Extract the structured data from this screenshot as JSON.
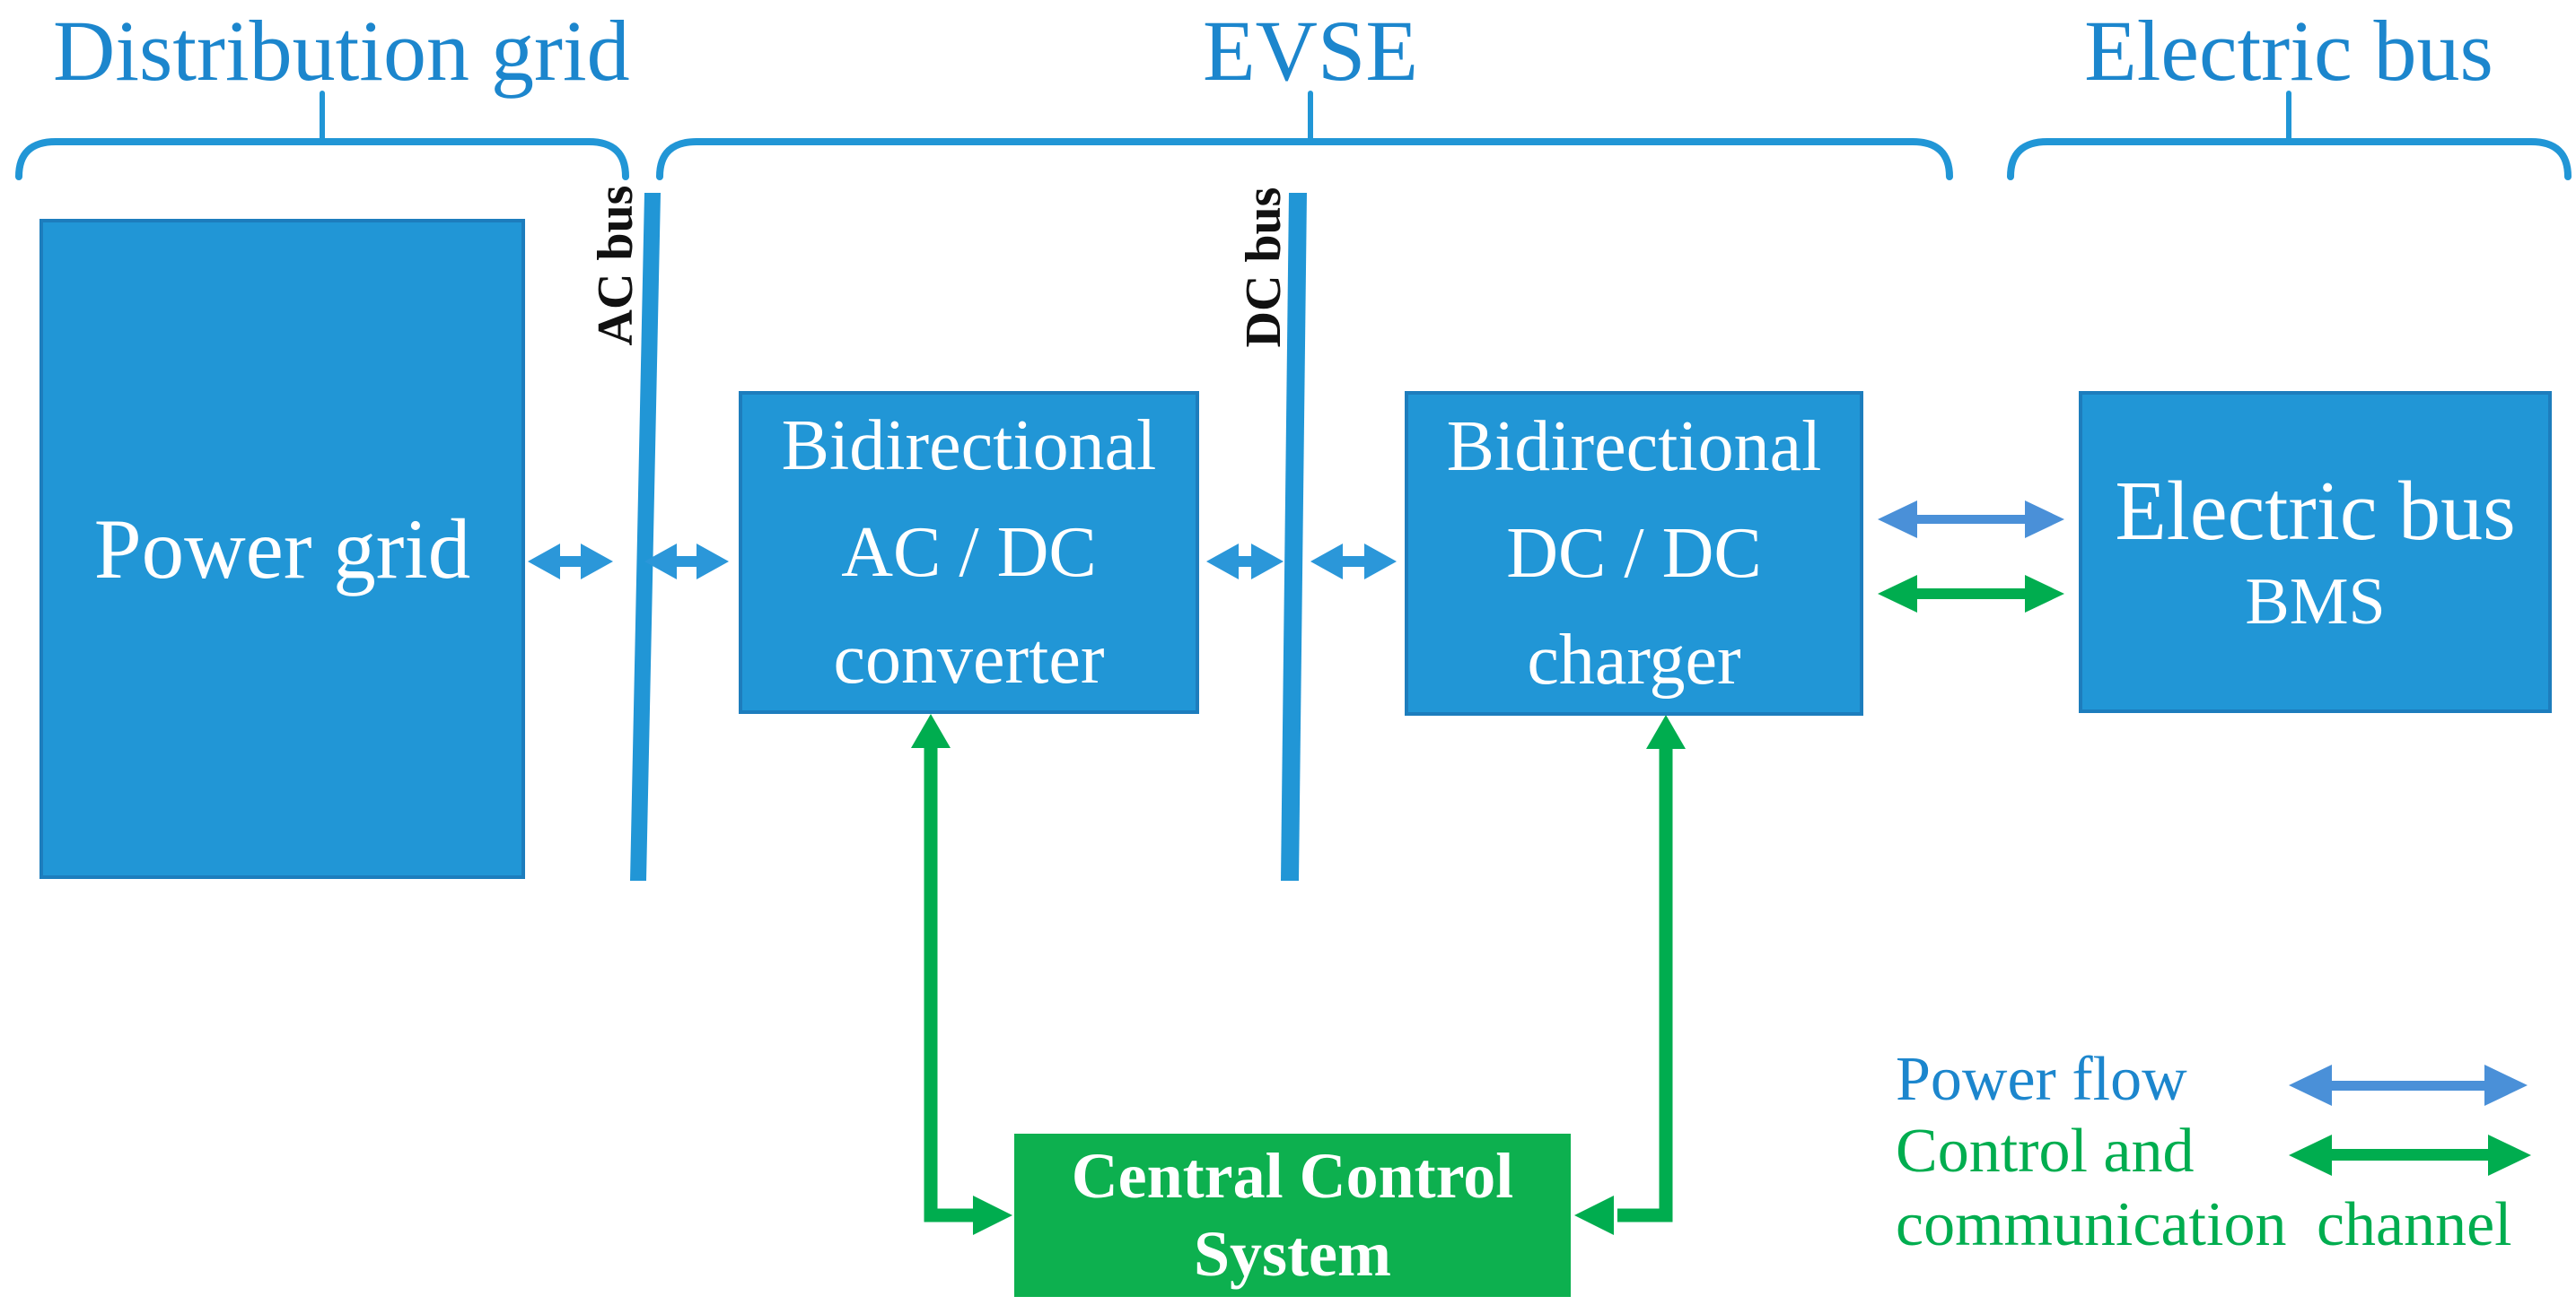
{
  "colors": {
    "blue_box": "#2196d6",
    "blue_border": "#1d7dbd",
    "blue_title": "#1c86cd",
    "blue_arrow": "#2b97d9",
    "blue_arrow_muted": "#4a90d8",
    "green": "#00ad4f",
    "green_box": "#0db04f",
    "label_ink": "#111111"
  },
  "sections": [
    {
      "label": "Distribution grid"
    },
    {
      "label": "EVSE"
    },
    {
      "label": "Electric bus"
    }
  ],
  "buses": {
    "ac_label": "AC bus",
    "dc_label": "DC bus"
  },
  "nodes": {
    "power_grid": {
      "label": "Power grid"
    },
    "ac_dc_converter": {
      "lines": [
        "Bidirectional",
        "AC / DC",
        "converter"
      ]
    },
    "dc_dc_charger": {
      "lines": [
        "Bidirectional",
        "DC / DC",
        "charger"
      ]
    },
    "electric_bus_bms": {
      "title": "Electric bus",
      "subtitle": "BMS"
    },
    "central_control_system": {
      "lines": [
        "Central Control",
        "System"
      ]
    }
  },
  "legend": {
    "power_flow_label": "Power flow",
    "control_label_line1": "Control and",
    "control_label_line2": "communication channel"
  }
}
